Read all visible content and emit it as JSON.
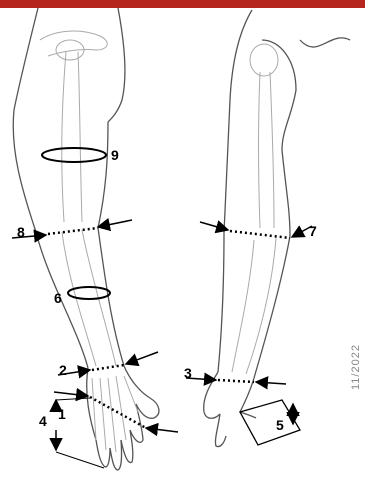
{
  "colors": {
    "top_bar": "#b5261e",
    "outline": "#555555",
    "marker": "#000000"
  },
  "figure": {
    "labels": {
      "m1": "1",
      "m2": "2",
      "m3": "3",
      "m4": "4",
      "m5": "5",
      "m6": "6",
      "m7": "7",
      "m8": "8",
      "m9": "9"
    },
    "side_caption": "11/2022"
  }
}
